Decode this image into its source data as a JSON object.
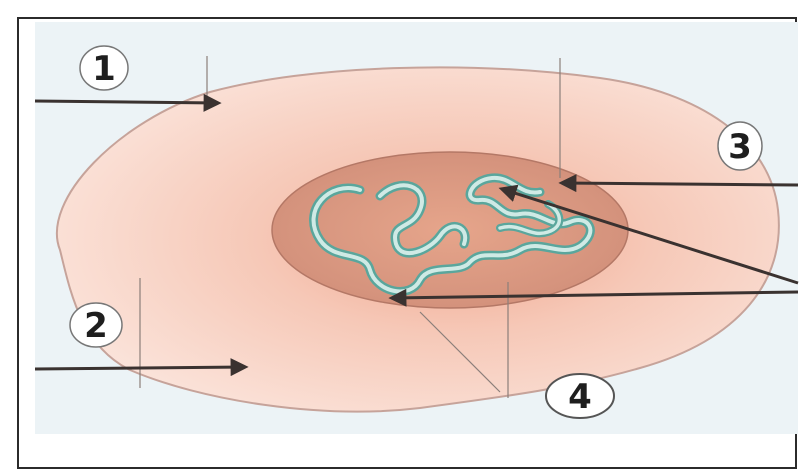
{
  "labels": [
    {
      "id": "1",
      "text": "1"
    },
    {
      "id": "2",
      "text": "2"
    },
    {
      "id": "3",
      "text": "3"
    },
    {
      "id": "4",
      "text": "4"
    }
  ],
  "colors": {
    "cytoplasm": "#f7d6cc",
    "cytoplasm_edge": "#c6a39a",
    "nucleus": "#d9967f",
    "chromatin": "#a9d6cf",
    "chromatin_edge": "#5aa69c",
    "arrow": "#3a3230",
    "background": "#ecf3f6"
  }
}
